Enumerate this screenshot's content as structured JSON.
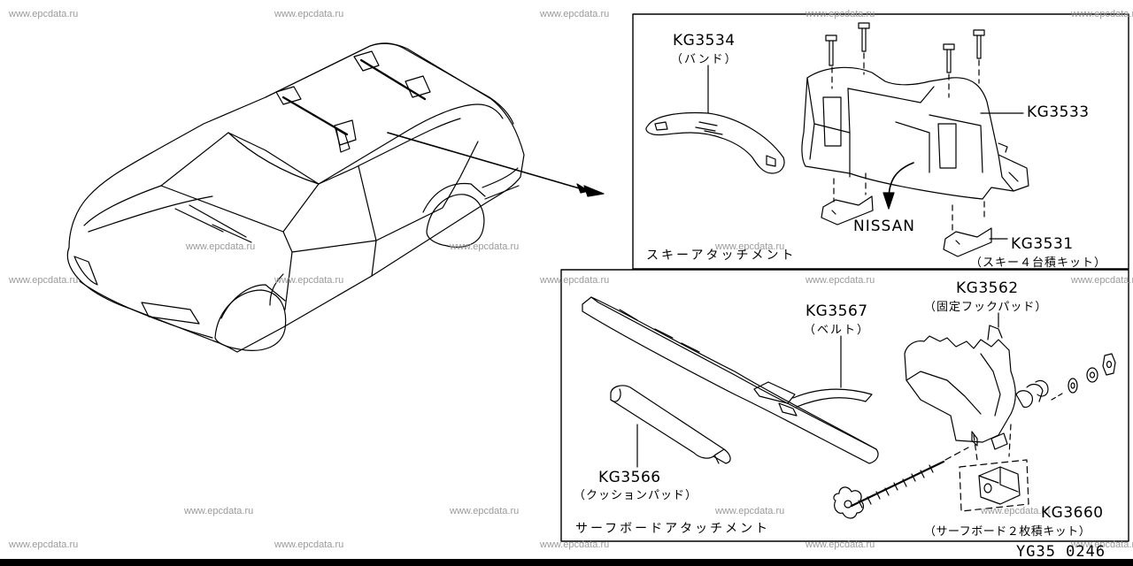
{
  "watermark_text": "www.epcdata.ru",
  "diagram_code": "YG35  0246",
  "ski": {
    "caption": "スキーアタッチメント",
    "band": {
      "code": "KG3534",
      "name": "（バンド）"
    },
    "base": {
      "code": "KG3533"
    },
    "nissan_mark": "NISSAN",
    "kit": {
      "code": "KG3531",
      "name": "（スキー４台積キット）"
    }
  },
  "surf": {
    "caption": "サーフボードアタッチメント",
    "hook_pad": {
      "code": "KG3562",
      "name": "（固定フックパッド）"
    },
    "belt": {
      "code": "KG3567",
      "name": "（ベルト）"
    },
    "cushion": {
      "code": "KG3566",
      "name": "（クッションパッド）"
    },
    "kit": {
      "code": "KG3660",
      "name": "（サーフボード２枚積キット）"
    }
  }
}
